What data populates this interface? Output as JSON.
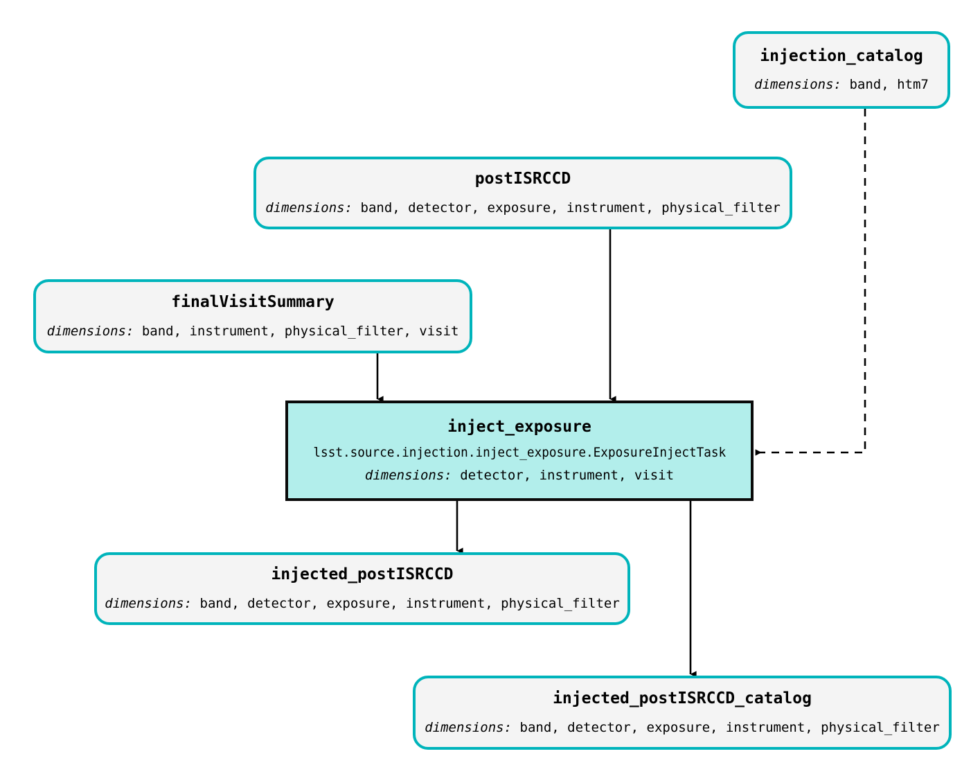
{
  "diagram": {
    "type": "pipeline-task-graph",
    "colors": {
      "dataset_border": "#00b4bb",
      "dataset_fill": "#f4f4f4",
      "task_border": "#0a0a0a",
      "task_fill": "#b2eeeb",
      "edge": "#000000",
      "background": "#ffffff"
    },
    "dimensions_label": "dimensions:",
    "nodes": [
      {
        "id": "injection_catalog",
        "kind": "dataset",
        "title": "injection_catalog",
        "dimensions": " band, htm7"
      },
      {
        "id": "postISRCCD",
        "kind": "dataset",
        "title": "postISRCCD",
        "dimensions": " band, detector, exposure, instrument, physical_filter"
      },
      {
        "id": "finalVisitSummary",
        "kind": "dataset",
        "title": "finalVisitSummary",
        "dimensions": " band, instrument, physical_filter, visit"
      },
      {
        "id": "inject_exposure",
        "kind": "task",
        "title": "inject_exposure",
        "class_path": "lsst.source.injection.inject_exposure.ExposureInjectTask",
        "dimensions": " detector, instrument, visit"
      },
      {
        "id": "injected_postISRCCD",
        "kind": "dataset",
        "title": "injected_postISRCCD",
        "dimensions": " band, detector, exposure, instrument, physical_filter"
      },
      {
        "id": "injected_postISRCCD_catalog",
        "kind": "dataset",
        "title": "injected_postISRCCD_catalog",
        "dimensions": " band, detector, exposure, instrument, physical_filter"
      }
    ],
    "edges": [
      {
        "id": "edge-postISRCCD-to-inject_exposure",
        "from": "postISRCCD",
        "to": "inject_exposure",
        "style": "solid"
      },
      {
        "id": "edge-finalVisitSummary-to-inject_exposure",
        "from": "finalVisitSummary",
        "to": "inject_exposure",
        "style": "solid"
      },
      {
        "id": "edge-injection_catalog-to-inject_exposure",
        "from": "injection_catalog",
        "to": "inject_exposure",
        "style": "dashed"
      },
      {
        "id": "edge-inject_exposure-to-injected_postISRCCD",
        "from": "inject_exposure",
        "to": "injected_postISRCCD",
        "style": "solid"
      },
      {
        "id": "edge-inject_exposure-to-injected_postISRCCD_catalog",
        "from": "inject_exposure",
        "to": "injected_postISRCCD_catalog",
        "style": "solid"
      }
    ]
  }
}
